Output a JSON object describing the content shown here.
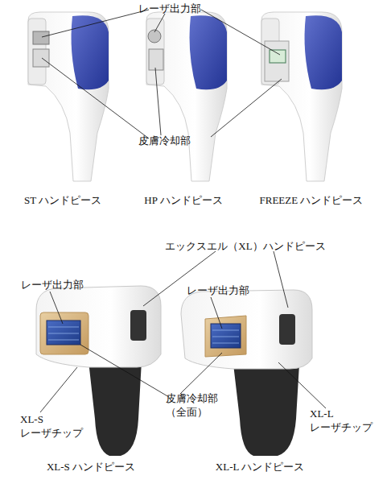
{
  "diagram": {
    "labels": [
      "レーザ出力部",
      "皮膚冷却部",
      "ST ハンドピース",
      "HP ハンドピース",
      "FREEZE ハンドピース",
      "エックスエル（XL）ハンドピース",
      "レーザ出力部",
      "レーザ出力部",
      "皮膚冷却部 （全面）",
      "XL-S レーザチップ",
      "XL-L レーザチップ",
      "XL-S ハンドピース",
      "XL-L ハンドピース"
    ]
  }
}
